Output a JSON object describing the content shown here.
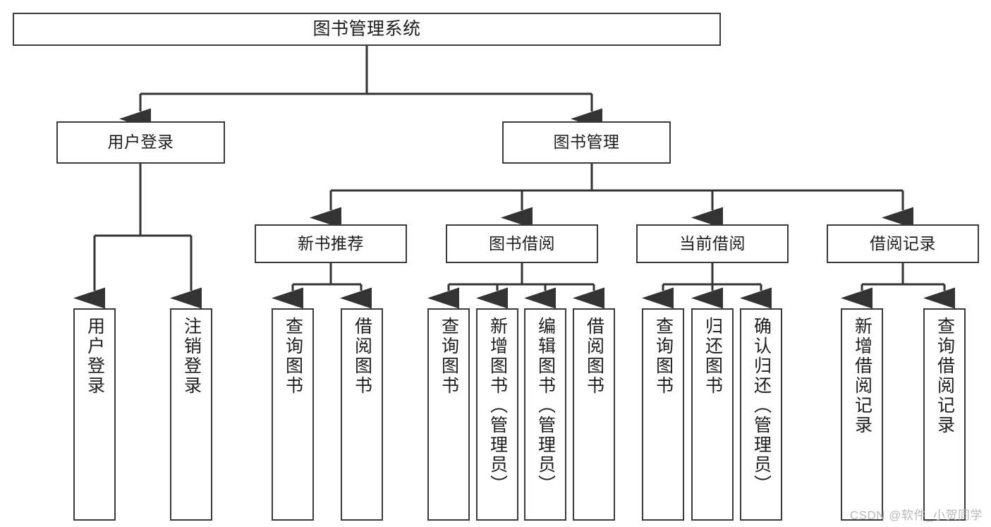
{
  "diagram": {
    "title": "图书管理系统",
    "type": "tree-structure-chart",
    "line_color": "#3a3a3a",
    "box_fill": "#ffffff",
    "text_color": "#1d1d1d",
    "watermark": "CSDN @软件_小贺同学",
    "nodes": {
      "root": {
        "label": "图书管理系统"
      },
      "level1": [
        {
          "label": "用户登录"
        },
        {
          "label": "图书管理"
        }
      ],
      "level2": [
        {
          "label": "新书推荐"
        },
        {
          "label": "图书借阅"
        },
        {
          "label": "当前借阅"
        },
        {
          "label": "借阅记录"
        }
      ],
      "leaves": [
        {
          "label": "用户登录"
        },
        {
          "label": "注销登录"
        },
        {
          "label": "查询图书"
        },
        {
          "label": "借阅图书"
        },
        {
          "label": "查询图书"
        },
        {
          "label": "新增图书（管理员）"
        },
        {
          "label": "编辑图书（管理员）"
        },
        {
          "label": "借阅图书"
        },
        {
          "label": "查询图书"
        },
        {
          "label": "归还图书"
        },
        {
          "label": "确认归还（管理员）"
        },
        {
          "label": "新增借阅记录"
        },
        {
          "label": "查询借阅记录"
        }
      ]
    }
  }
}
